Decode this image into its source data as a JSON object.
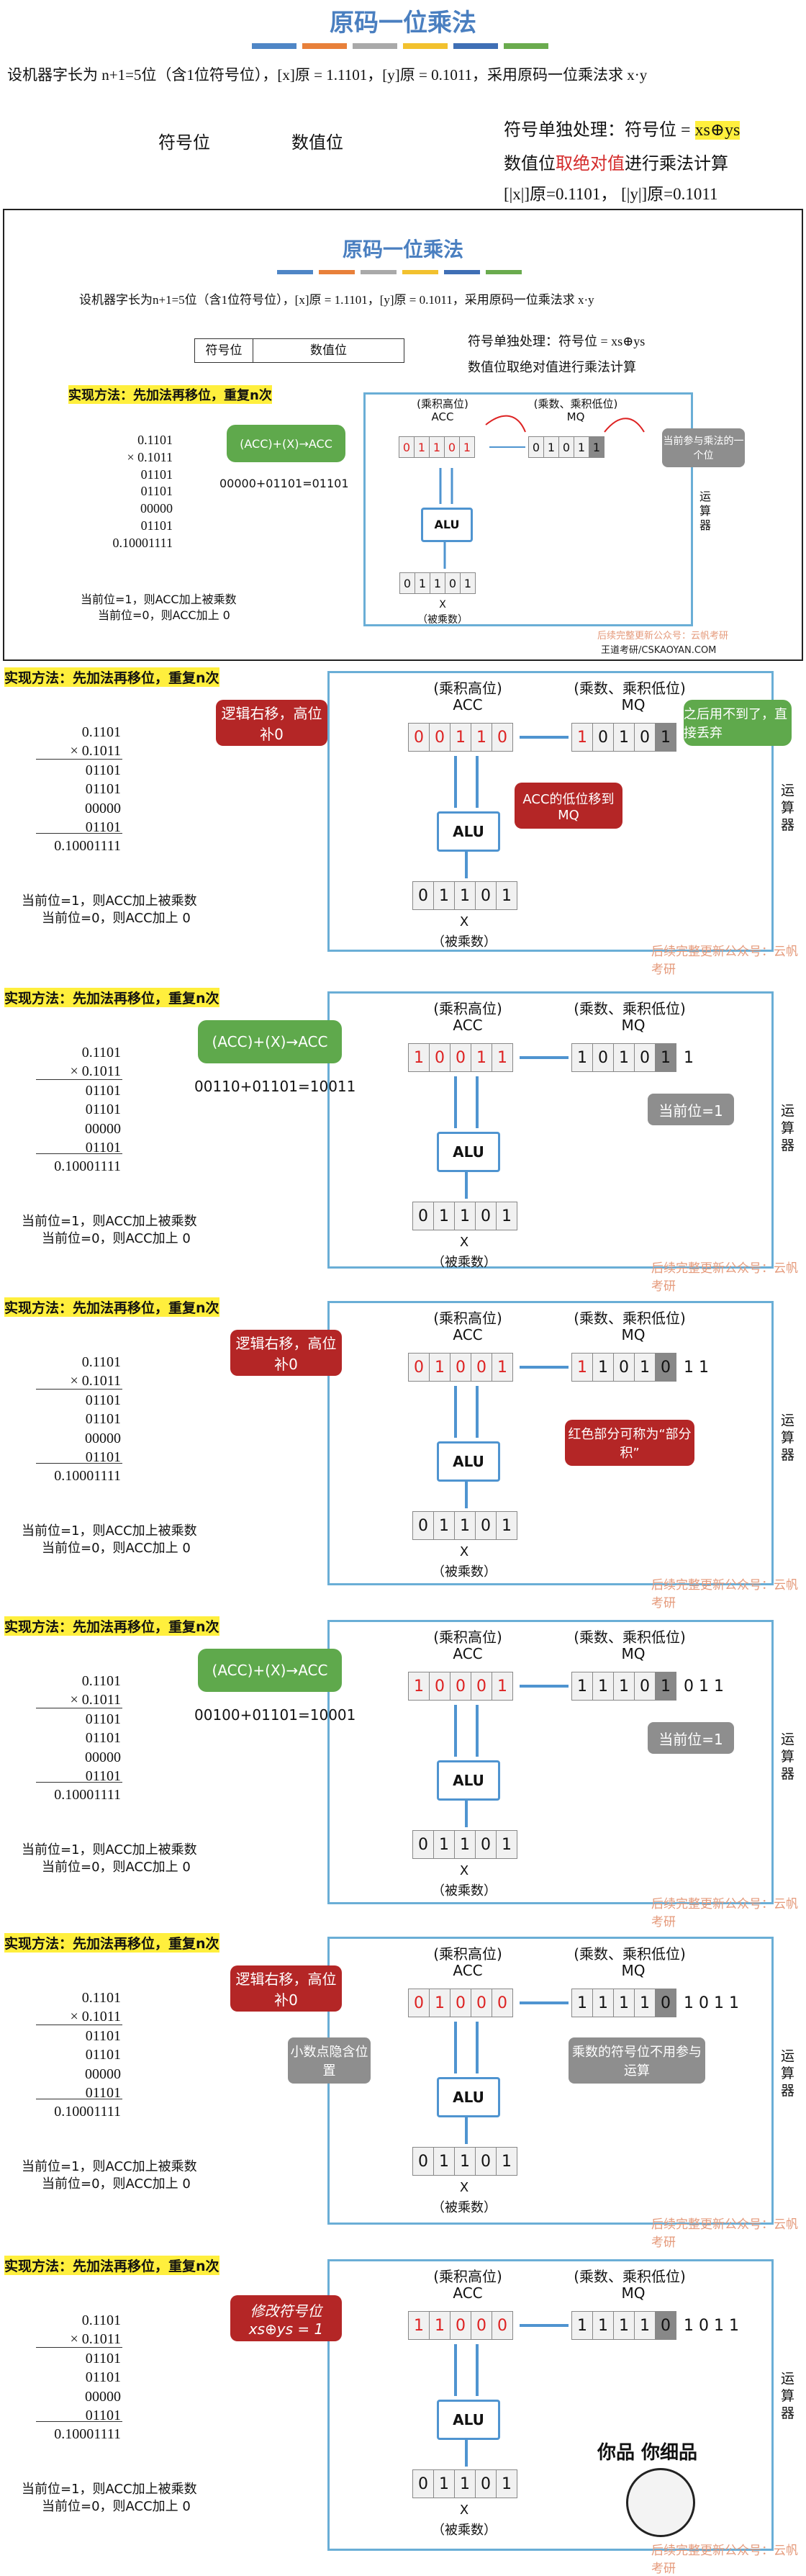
{
  "header": {
    "title": "原码一位乘法",
    "intro": "设机器字长为 n+1=5位（含1位符号位），[x]原 = 1.1101，[y]原 = 0.1011，采用原码一位乘法求 x·y",
    "sign_label": "符号位",
    "value_label": "数值位",
    "sign_rule_prefix": "符号单独处理：符号位 = ",
    "sign_rule_formula": "xs⊕ys",
    "value_rule_1": "数值位",
    "value_rule_red": "取绝对值",
    "value_rule_2": "进行乘法计算",
    "abs_values": "[|x|]原=0.1101，  [|y|]原=0.1011",
    "colors": [
      "#4f86c6",
      "#e8803a",
      "#a9a9a9",
      "#f2c12e",
      "#3f6fb5",
      "#6aab4e"
    ]
  },
  "common": {
    "method": "实现方法：先加法再移位，重复n次",
    "multiplicand": "0.1101",
    "multiplier": "× 0.1011",
    "p1": "01101",
    "p2": "01101",
    "p3": "00000",
    "p4": "01101",
    "result": "0.10001111",
    "rule1": "当前位=1，则ACC加上被乘数",
    "rule2": "当前位=0，则ACC加上 0",
    "acc_top": "(乘积高位)",
    "acc_name": "ACC",
    "mq_top": "(乘数、乘积低位)",
    "mq_name": "MQ",
    "alu": "ALU",
    "x_name": "X",
    "x_desc": "（被乘数）",
    "unit": "运算器",
    "x_bits": [
      "0",
      "1",
      "1",
      "0",
      "1"
    ],
    "watermark": "后续完整更新公众号：云帆考研",
    "site": "王道考研/CSKAOYAN.COM"
  },
  "slide1": {
    "title": "原码一位乘法",
    "intro": "设机器字长为n+1=5位（含1位符号位），[x]原 = 1.1101，[y]原 = 0.1011，采用原码一位乘法求 x·y",
    "sign_label": "符号位",
    "value_label": "数值位",
    "sign_rule": "符号单独处理：符号位 = xs⊕ys",
    "value_rule": "数值位取绝对值进行乘法计算",
    "op": "(ACC)+(X)→ACC",
    "calc": "00000+01101=01101",
    "acc": [
      "0",
      "1",
      "1",
      "0",
      "1"
    ],
    "mq": [
      "0",
      "1",
      "0",
      "1",
      "1"
    ],
    "gray_note": "当前参与乘法的一个位"
  },
  "steps": [
    {
      "acc": [
        "0",
        "0",
        "1",
        "1",
        "0"
      ],
      "mq": [
        "1",
        "0",
        "1",
        "0",
        "1"
      ],
      "tail": "1",
      "red_left": "逻辑右移，高位补0",
      "red_mid": "ACC的低位移到MQ",
      "green_right": "之后用不到了，直接丢弃"
    },
    {
      "acc": [
        "1",
        "0",
        "0",
        "1",
        "1"
      ],
      "mq": [
        "1",
        "0",
        "1",
        "0",
        "1"
      ],
      "tail": "1",
      "op": "(ACC)+(X)→ACC",
      "calc": "00110+01101=10011",
      "gray": "当前位=1"
    },
    {
      "acc": [
        "0",
        "1",
        "0",
        "0",
        "1"
      ],
      "mq": [
        "1",
        "1",
        "0",
        "1",
        "0"
      ],
      "tail": "1 1",
      "red_left": "逻辑右移，高位补0",
      "red_mid": "红色部分可称为“部分积”"
    },
    {
      "acc": [
        "1",
        "0",
        "0",
        "0",
        "1"
      ],
      "mq": [
        "1",
        "1",
        "1",
        "0",
        "1"
      ],
      "tail": "0 1 1",
      "op": "(ACC)+(X)→ACC",
      "calc": "00100+01101=10001",
      "gray": "当前位=1"
    },
    {
      "acc": [
        "0",
        "1",
        "0",
        "0",
        "0"
      ],
      "mq": [
        "1",
        "1",
        "1",
        "1",
        "0"
      ],
      "tail": "1 0 1 1",
      "red_left": "逻辑右移，高位补0",
      "gray_left": "小数点隐含位置",
      "gray_mid": "乘数的符号位不用参与运算"
    },
    {
      "acc": [
        "1",
        "1",
        "0",
        "0",
        "0"
      ],
      "mq": [
        "1",
        "1",
        "1",
        "1",
        "0"
      ],
      "tail": "1 0 1 1",
      "red_left": "修改符号位 xs⊕ys = 1",
      "meme": "你品 你细品"
    }
  ]
}
